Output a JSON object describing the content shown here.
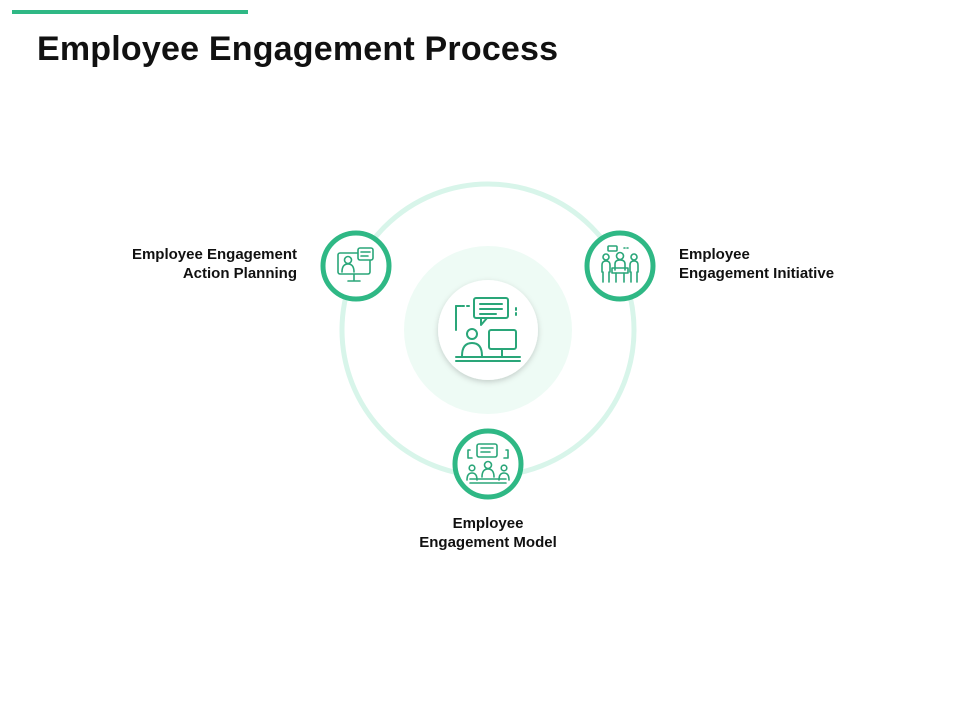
{
  "slide": {
    "title": "Employee Engagement Process"
  },
  "nodes": [
    {
      "id": "action-planning",
      "line1": "Employee Engagement",
      "line2": "Action Planning",
      "icon": "monitor-chat-person-icon"
    },
    {
      "id": "initiative",
      "line1": "Employee",
      "line2": "Engagement Initiative",
      "icon": "team-meeting-icon"
    },
    {
      "id": "model",
      "line1": "Employee",
      "line2": "Engagement Model",
      "icon": "group-discussion-icon"
    }
  ],
  "center": {
    "icon": "person-at-desk-chat-icon"
  },
  "colors": {
    "accent": "#2fb885",
    "ring": "#d8f5ea",
    "inner_halo": "#eefbf5",
    "icon_stroke": "#2aa679"
  }
}
